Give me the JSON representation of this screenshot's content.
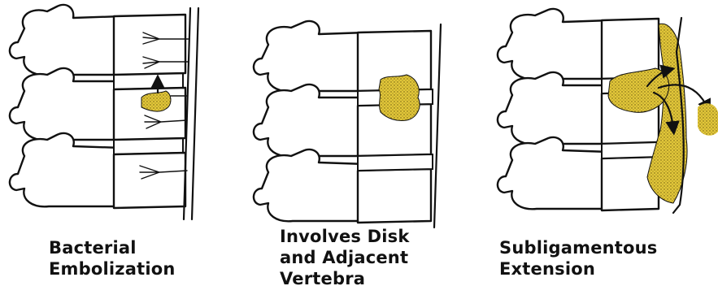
{
  "colors": {
    "infection_fill": "#e2c73a",
    "outline": "#111111",
    "background": "#ffffff"
  },
  "panels": [
    {
      "caption": "Bacterial\nEmbolization"
    },
    {
      "caption": "Involves Disk\nand Adjacent\nVertebra"
    },
    {
      "caption": "Subligamentous\nExtension"
    }
  ]
}
